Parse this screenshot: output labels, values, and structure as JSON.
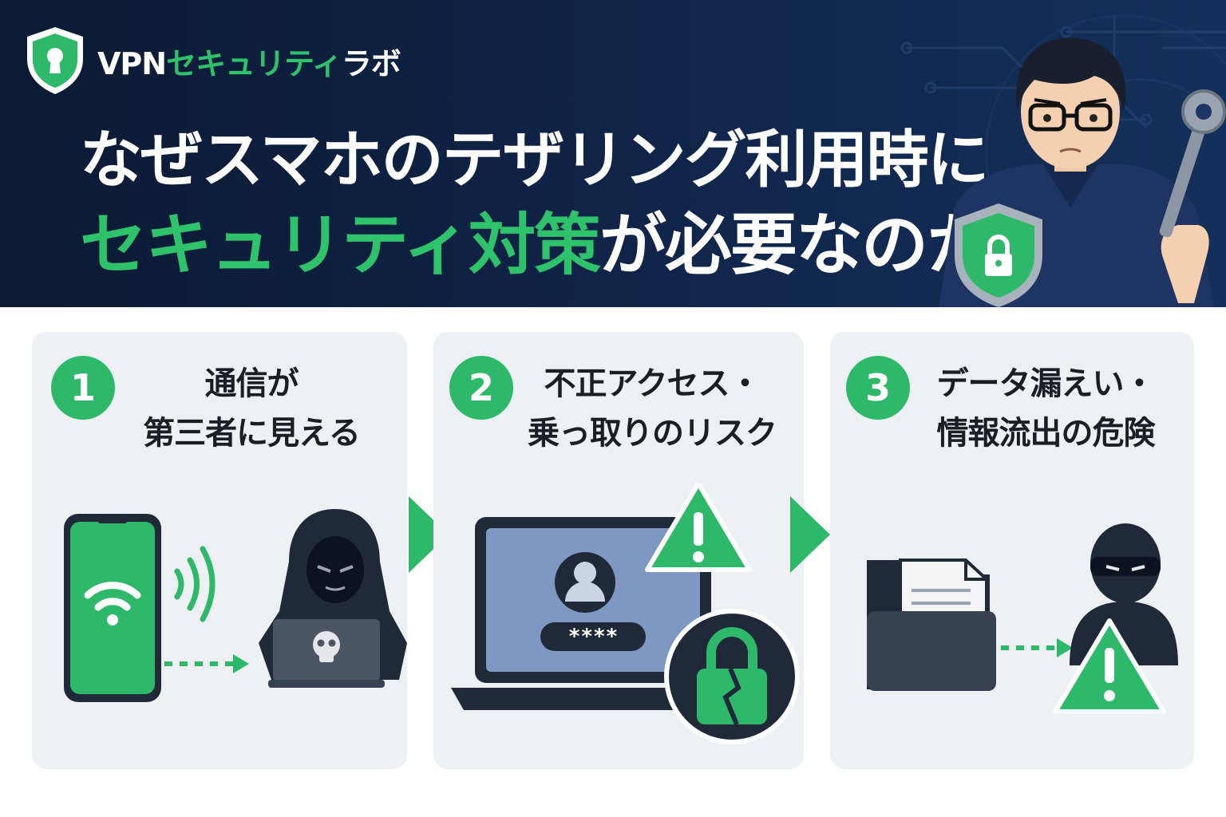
{
  "brand": {
    "prefix": "VPN",
    "middle": "セキュリティ",
    "suffix": "ラボ"
  },
  "headline": {
    "line1": "なぜスマホのテザリング利用時に",
    "line2_green": "セキュリティ対策",
    "line2_white": "が必要なのか"
  },
  "panels": [
    {
      "number": "1",
      "title_line1": "通信が",
      "title_line2": "第三者に見える"
    },
    {
      "number": "2",
      "title_line1": "不正アクセス・",
      "title_line2": "乗っ取りのリスク"
    },
    {
      "number": "3",
      "title_line1": "データ漏えい・",
      "title_line2": "情報流出の危険"
    }
  ],
  "password_mask": "****",
  "colors": {
    "header_bg": "#0c1a33",
    "accent_green": "#2eb86a",
    "panel_bg": "#eef1f4",
    "dark_icon": "#1f2937"
  },
  "icons": [
    "shield-keyhole-icon",
    "smartphone-wifi-icon",
    "hacker-icon",
    "skull-icon",
    "laptop-login-icon",
    "warning-icon",
    "broken-lock-icon",
    "folder-document-icon",
    "thief-icon",
    "arrow-right-icon"
  ]
}
